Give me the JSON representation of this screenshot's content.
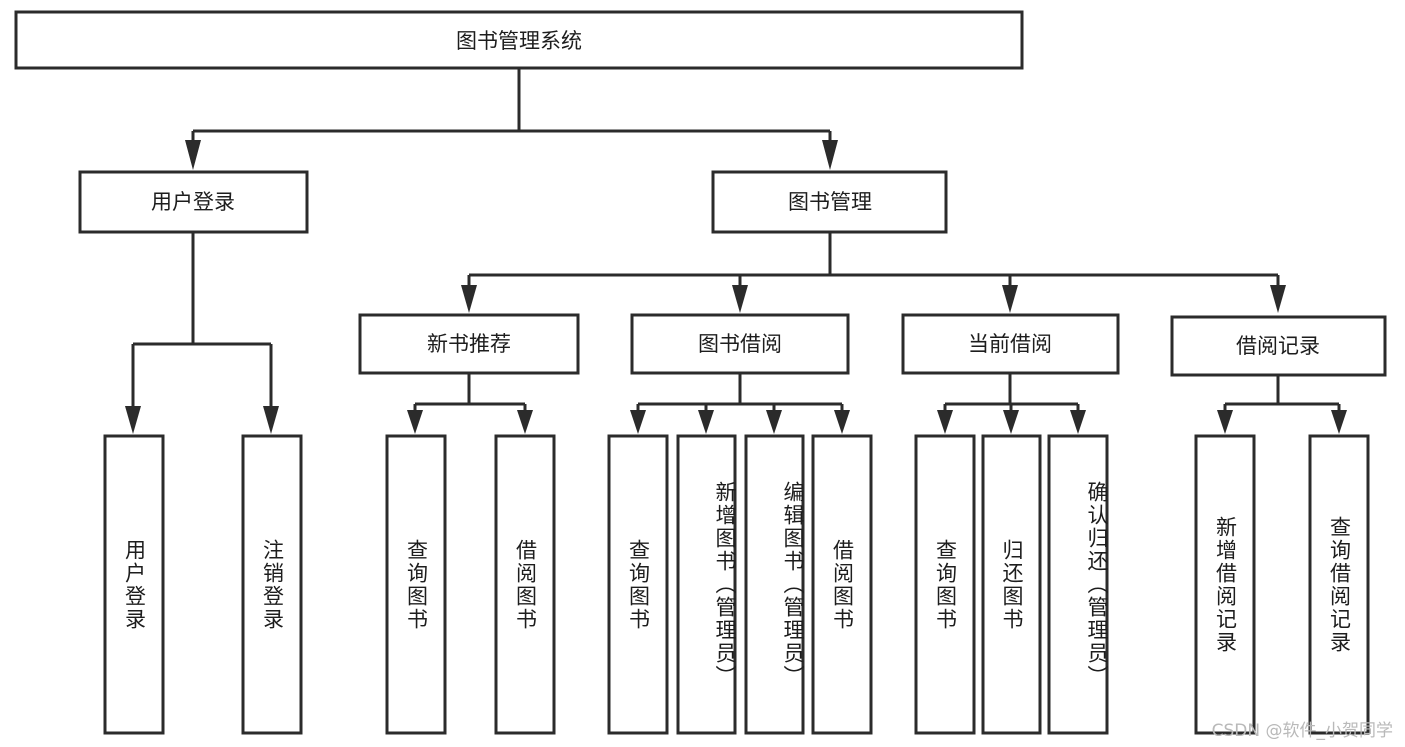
{
  "diagram": {
    "type": "tree-hierarchy",
    "title": "图书管理系统",
    "watermark": "CSDN @软件_小贺同学",
    "colors": {
      "box_stroke": "#2b2b2b",
      "box_fill": "#ffffff",
      "text": "#1d1d1d",
      "background": "#ffffff",
      "watermark": "#b9b9b9"
    },
    "levels": {
      "root": {
        "label": "图书管理系统"
      },
      "level2": [
        {
          "label": "用户登录"
        },
        {
          "label": "图书管理"
        }
      ],
      "level3": [
        {
          "label": "新书推荐"
        },
        {
          "label": "图书借阅"
        },
        {
          "label": "当前借阅"
        },
        {
          "label": "借阅记录"
        }
      ],
      "leaves": [
        {
          "label": "用户登录",
          "parent": "用户登录"
        },
        {
          "label": "注销登录",
          "parent": "用户登录"
        },
        {
          "label": "查询图书",
          "parent": "新书推荐"
        },
        {
          "label": "借阅图书",
          "parent": "新书推荐"
        },
        {
          "label": "查询图书",
          "parent": "图书借阅"
        },
        {
          "label": "新增图书（管理员）",
          "parent": "图书借阅"
        },
        {
          "label": "编辑图书（管理员）",
          "parent": "图书借阅"
        },
        {
          "label": "借阅图书",
          "parent": "图书借阅"
        },
        {
          "label": "查询图书",
          "parent": "当前借阅"
        },
        {
          "label": "归还图书",
          "parent": "当前借阅"
        },
        {
          "label": "确认归还（管理员）",
          "parent": "当前借阅"
        },
        {
          "label": "新增借阅记录",
          "parent": "借阅记录"
        },
        {
          "label": "查询借阅记录",
          "parent": "借阅记录"
        }
      ]
    }
  }
}
